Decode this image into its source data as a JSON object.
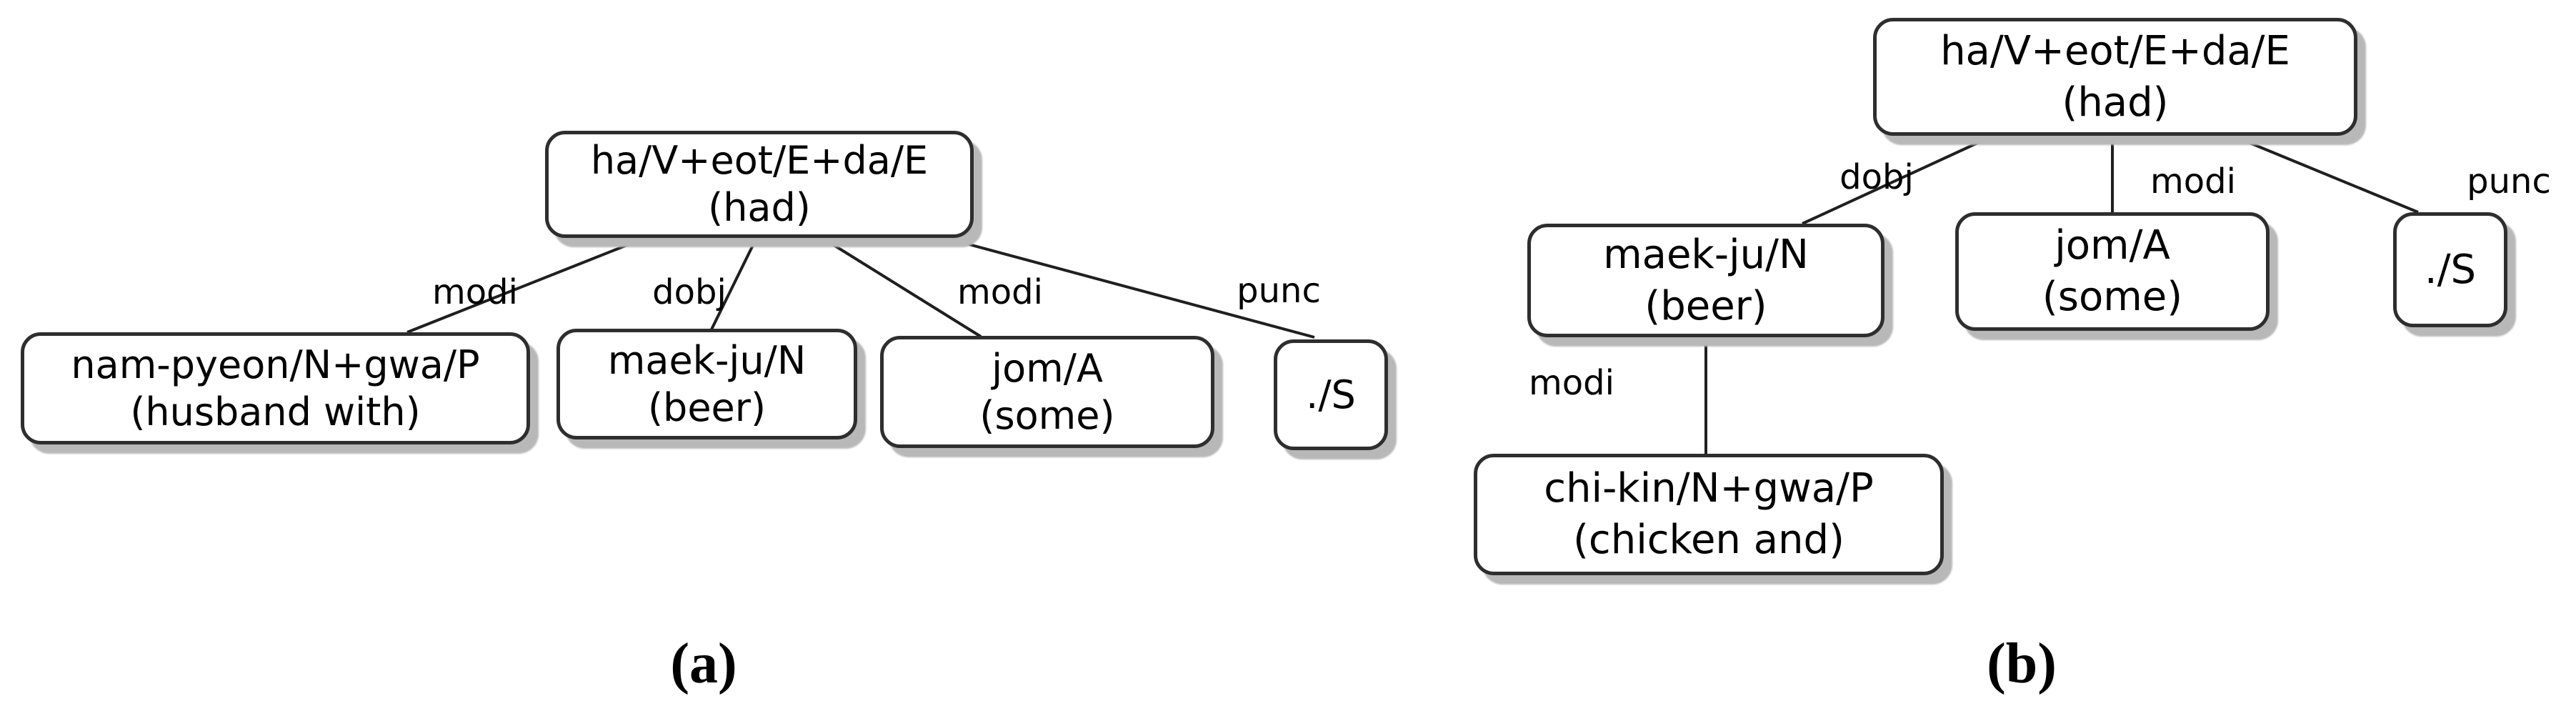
{
  "figure": {
    "caption_a": "(a)",
    "caption_b": "(b)"
  },
  "colors": {
    "background": "#ffffff",
    "node_fill": "#ffffff",
    "node_border": "#2e2e2e",
    "node_shadow": "#b8b8b8",
    "edge_line": "#1f1f1f",
    "text": "#000000"
  },
  "tree_a": {
    "root": {
      "line1": "ha/V+eot/E+da/E",
      "line2": "(had)"
    },
    "children": [
      {
        "edge_label": "modi",
        "line1": "nam-pyeon/N+gwa/P",
        "line2": "(husband with)"
      },
      {
        "edge_label": "dobj",
        "line1": "maek-ju/N",
        "line2": "(beer)"
      },
      {
        "edge_label": "modi",
        "line1": "jom/A",
        "line2": "(some)"
      },
      {
        "edge_label": "punc",
        "line1": "./S",
        "line2": ""
      }
    ]
  },
  "tree_b": {
    "root": {
      "line1": "ha/V+eot/E+da/E",
      "line2": "(had)"
    },
    "children": [
      {
        "edge_label": "dobj",
        "line1": "maek-ju/N",
        "line2": "(beer)",
        "children": [
          {
            "edge_label": "modi",
            "line1": "chi-kin/N+gwa/P",
            "line2": "(chicken and)"
          }
        ]
      },
      {
        "edge_label": "modi",
        "line1": "jom/A",
        "line2": "(some)"
      },
      {
        "edge_label": "punc",
        "line1": "./S",
        "line2": ""
      }
    ]
  }
}
